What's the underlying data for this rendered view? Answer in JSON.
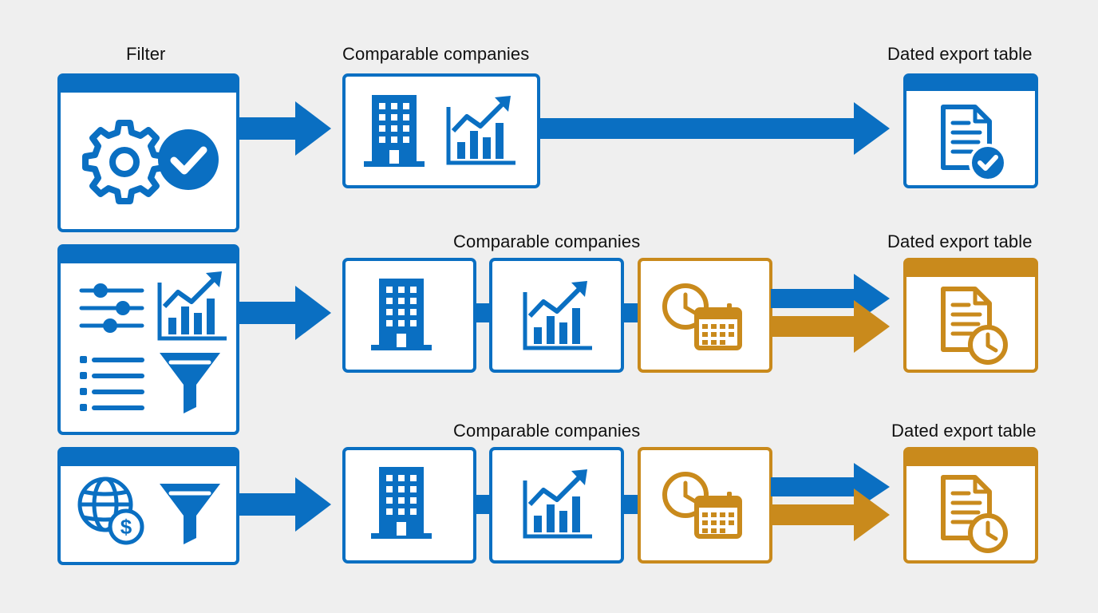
{
  "colors": {
    "background": "#efefef",
    "blue": "#0a6fc2",
    "blue_tint": "#e2edf8",
    "orange": "#c98a1c",
    "orange_tint": "#f7ecd8",
    "text": "#111111"
  },
  "labels": {
    "filter": "Filter",
    "row1_companies": "Comparable companies",
    "row1_export": "Dated export table",
    "row2_companies": "Comparable companies",
    "row2_export": "Dated export table",
    "row3_companies": "Comparable companies",
    "row3_export": "Dated export table"
  },
  "rows": [
    {
      "filter_icons": [
        "gear-icon",
        "checkmark-circle-icon"
      ],
      "steps": [
        "building-icon",
        "growth-chart-icon"
      ],
      "export_icon": "document-check-icon",
      "export_color": "blue",
      "output_arrows": [
        "blue"
      ]
    },
    {
      "filter_icons": [
        "sliders-icon",
        "growth-chart-icon",
        "list-icon",
        "funnel-icon"
      ],
      "steps": [
        "building-icon",
        "growth-chart-icon",
        "clock-calendar-icon"
      ],
      "export_icon": "document-clock-icon",
      "export_color": "orange",
      "output_arrows": [
        "blue",
        "orange"
      ]
    },
    {
      "filter_icons": [
        "globe-dollar-icon",
        "funnel-icon"
      ],
      "steps": [
        "building-icon",
        "growth-chart-icon",
        "clock-calendar-icon"
      ],
      "export_icon": "document-clock-icon",
      "export_color": "orange",
      "output_arrows": [
        "blue",
        "orange"
      ]
    }
  ]
}
